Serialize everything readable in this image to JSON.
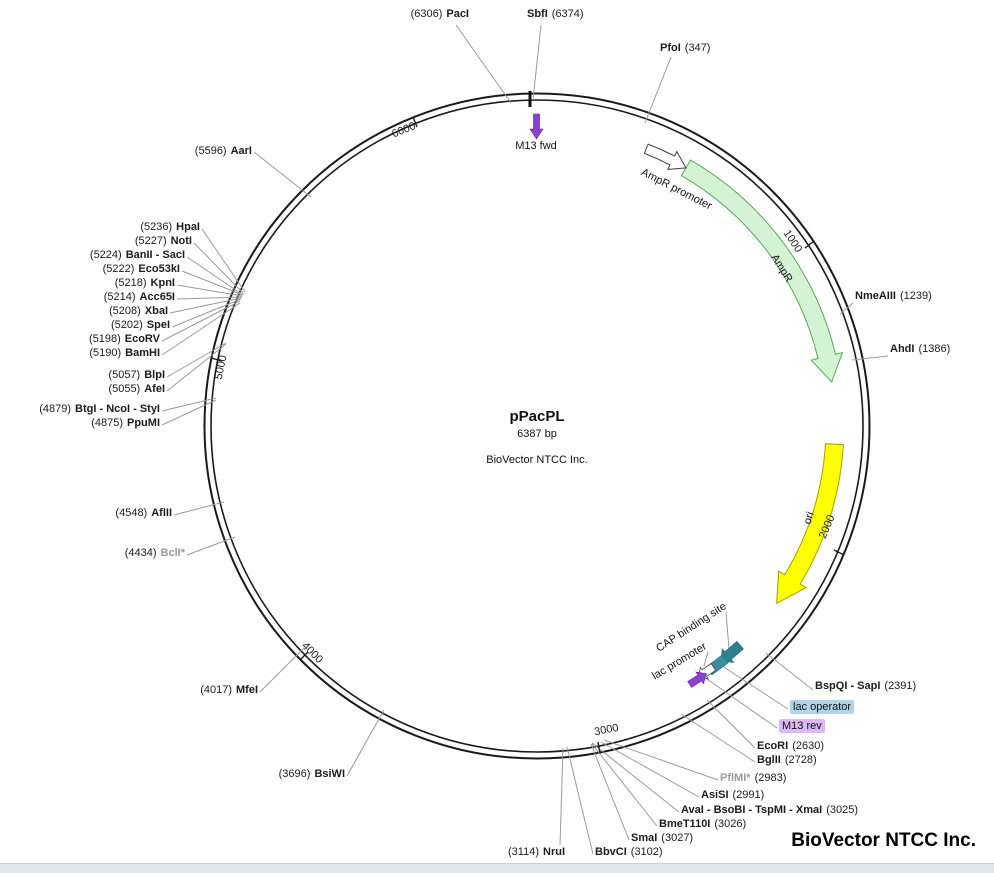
{
  "plasmid": {
    "name": "pPacPL",
    "size": "6387 bp",
    "company": "BioVector NTCC Inc."
  },
  "watermark": "BioVector NTCC Inc.",
  "ticks": [
    "1000",
    "2000",
    "3000",
    "4000",
    "5000",
    "6000"
  ],
  "features": {
    "m13_fwd": "M13 fwd",
    "ampr_promoter": "AmpR promoter",
    "ampr": "AmpR",
    "ori": "ori",
    "cap_binding_site": "CAP binding site",
    "lac_promoter": "lac promoter",
    "lac_operator": "lac operator",
    "m13_rev": "M13 rev"
  },
  "sites": [
    {
      "name": "PacI",
      "pos": "(6306)"
    },
    {
      "name": "SbfI",
      "pos": "(6374)"
    },
    {
      "name": "PfoI",
      "pos": "(347)"
    },
    {
      "name": "NmeAIII",
      "pos": "(1239)"
    },
    {
      "name": "AhdI",
      "pos": "(1386)"
    },
    {
      "name": "BspQI - SapI",
      "pos": "(2391)"
    },
    {
      "name": "EcoRI",
      "pos": "(2630)"
    },
    {
      "name": "BglII",
      "pos": "(2728)"
    },
    {
      "name": "PflMI*",
      "pos": "(2983)",
      "grey": true
    },
    {
      "name": "AsiSI",
      "pos": "(2991)"
    },
    {
      "name": "AvaI - BsoBI - TspMI - XmaI",
      "pos": "(3025)"
    },
    {
      "name": "BmeT110I",
      "pos": "(3026)"
    },
    {
      "name": "SmaI",
      "pos": "(3027)"
    },
    {
      "name": "BbvCI",
      "pos": "(3102)"
    },
    {
      "name": "NruI",
      "pos": "(3114)"
    },
    {
      "name": "BsiWI",
      "pos": "(3696)"
    },
    {
      "name": "MfeI",
      "pos": "(4017)"
    },
    {
      "name": "BclI*",
      "pos": "(4434)",
      "grey": true
    },
    {
      "name": "AflII",
      "pos": "(4548)"
    },
    {
      "name": "PpuMI",
      "pos": "(4875)"
    },
    {
      "name": "BtgI - NcoI - StyI",
      "pos": "(4879)"
    },
    {
      "name": "AfeI",
      "pos": "(5055)"
    },
    {
      "name": "BlpI",
      "pos": "(5057)"
    },
    {
      "name": "BamHI",
      "pos": "(5190)"
    },
    {
      "name": "EcoRV",
      "pos": "(5198)"
    },
    {
      "name": "SpeI",
      "pos": "(5202)"
    },
    {
      "name": "XbaI",
      "pos": "(5208)"
    },
    {
      "name": "Acc65I",
      "pos": "(5214)"
    },
    {
      "name": "KpnI",
      "pos": "(5218)"
    },
    {
      "name": "Eco53kI",
      "pos": "(5222)"
    },
    {
      "name": "BanII - SacI",
      "pos": "(5224)"
    },
    {
      "name": "NotI",
      "pos": "(5227)"
    },
    {
      "name": "HpaI",
      "pos": "(5236)"
    },
    {
      "name": "AarI",
      "pos": "(5596)"
    }
  ],
  "colors": {
    "backbone": "#1a1a1a",
    "ampr_fill": "#d4f3d4",
    "ampr_stroke": "#58a758",
    "ori_fill": "#ffff00",
    "ori_stroke": "#a0a000",
    "primer_violet": "#8d3fd1",
    "cap_teal": "#2e7f8f",
    "operator_teal": "#3a8d9c",
    "lac_operator_bg": "#b0d4e8",
    "m13_rev_bg": "#dcb8f5"
  }
}
